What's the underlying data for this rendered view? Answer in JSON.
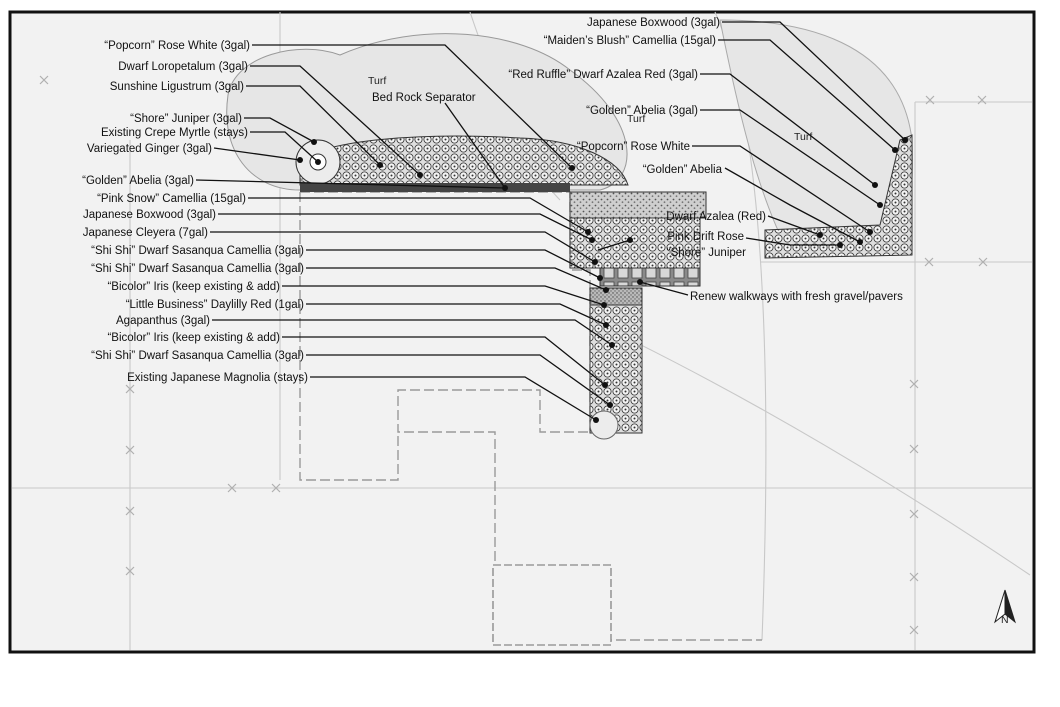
{
  "labels_left": [
    "“Popcorn” Rose White (3gal)",
    "Dwarf Loropetalum (3gal)",
    "Sunshine Ligustrum (3gal)",
    "“Shore” Juniper (3gal)",
    "Existing Crepe Myrtle (stays)",
    "Variegated Ginger (3gal)",
    "“Golden” Abelia (3gal)",
    "“Pink Snow” Camellia (15gal)",
    "Japanese Boxwood (3gal)",
    "Japanese Cleyera (7gal)",
    "“Shi Shi” Dwarf Sasanqua Camellia (3gal)",
    "“Shi Shi” Dwarf Sasanqua Camellia (3gal)",
    "“Bicolor” Iris (keep existing & add)",
    "“Little Business” Daylilly Red (1gal)",
    "Agapanthus (3gal)",
    "“Bicolor” Iris (keep existing & add)",
    "“Shi Shi” Dwarf Sasanqua Camellia (3gal)",
    "Existing Japanese Magnolia (stays)"
  ],
  "labels_right": [
    "Japanese Boxwood (3gal)",
    "“Maiden’s Blush” Camellia (15gal)",
    "“Red Ruffle” Dwarf Azalea Red (3gal)",
    "“Golden” Abelia (3gal)",
    "“Popcorn” Rose White",
    "“Golden” Abelia",
    "Dwarf Azalea (Red)",
    "Pink Drift Rose",
    "“Shore” Juniper"
  ],
  "callouts": {
    "bed_rock": "Bed Rock Separator",
    "walkways": "Renew walkways with fresh gravel/pavers"
  },
  "area_labels": [
    "Turf",
    "Turf",
    "Turf"
  ],
  "compass": "N",
  "colors": {
    "background": "#ffffff",
    "page": "#f2f2f2",
    "turf_bed": "#e6e6e6",
    "line": "#111111",
    "grid": "#c8c8c8"
  }
}
